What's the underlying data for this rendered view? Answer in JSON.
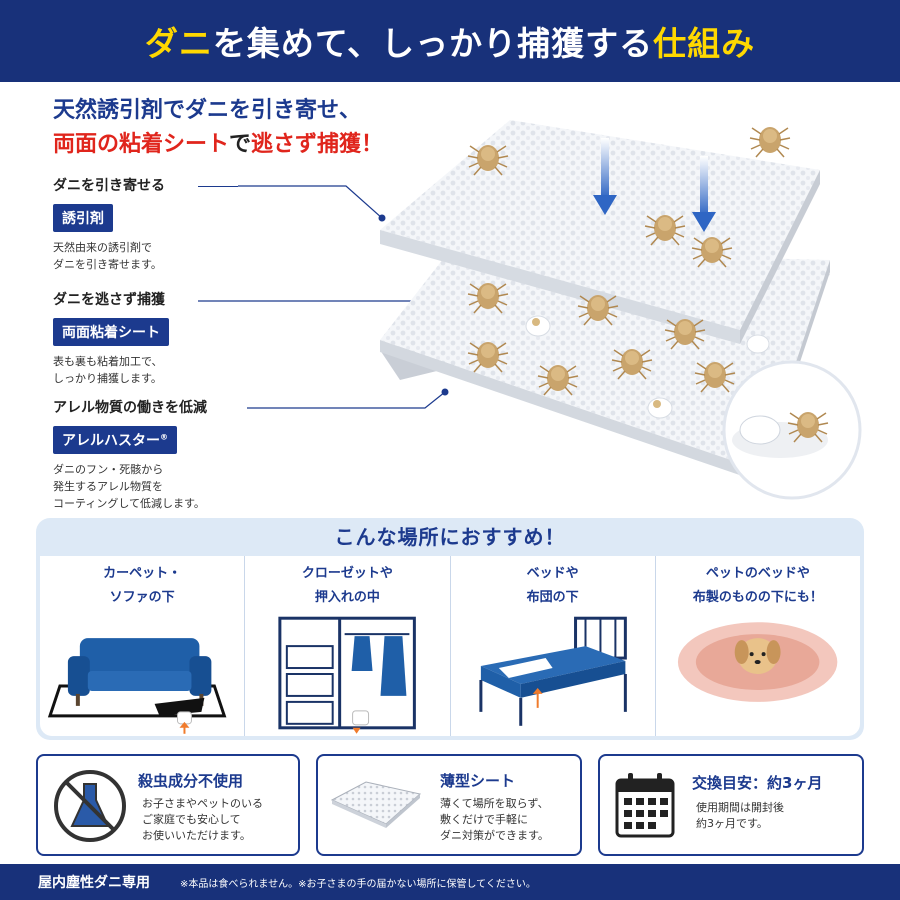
{
  "banner": {
    "title_hl1": "ダニ",
    "title_mid": "を集めて、しっかり捕獲する",
    "title_hl2": "仕組み"
  },
  "headline": {
    "line1": "天然誘引剤でダニを引き寄せ、",
    "line2_red1": "両面の粘着シート",
    "line2_mid": "で",
    "line2_red2": "逃さず捕獲！"
  },
  "features": [
    {
      "title": "ダニを引き寄せる",
      "tag": "誘引剤",
      "desc1": "天然由来の誘引剤で",
      "desc2": "ダニを引き寄せます。",
      "desc3": ""
    },
    {
      "title": "ダニを逃さず捕獲",
      "tag": "両面粘着シート",
      "desc1": "表も裏も粘着加工で、",
      "desc2": "しっかり捕獲します。",
      "desc3": ""
    },
    {
      "title": "アレル物質の働きを低減",
      "tag": "アレルハスター",
      "tag_mark": "®",
      "desc1": "ダニのフン・死骸から",
      "desc2": "発生するアレル物質を",
      "desc3": "コーティングして低減します。"
    }
  ],
  "recommend": {
    "title": "こんな場所におすすめ！",
    "places": [
      {
        "line1": "カーペット・",
        "line2": "ソファの下",
        "icon": "sofa-icon"
      },
      {
        "line1": "クローゼットや",
        "line2": "押入れの中",
        "icon": "closet-icon"
      },
      {
        "line1": "ベッドや",
        "line2": "布団の下",
        "icon": "bed-icon"
      },
      {
        "line1": "ペットのベッドや",
        "line2": "布製のものの下にも！",
        "icon": "pet-bed-icon"
      }
    ]
  },
  "boxes": [
    {
      "title": "殺虫成分不使用",
      "desc1": "お子さまやペットのいる",
      "desc2": "ご家庭でも安心して",
      "desc3": "お使いいただけます。",
      "icon": "no-insecticide-icon"
    },
    {
      "title": "薄型シート",
      "desc1": "薄くて場所を取らず、",
      "desc2": "敷くだけで手軽に",
      "desc3": "ダニ対策ができます。",
      "icon": "thin-sheet-icon"
    },
    {
      "title": "交換目安：約3ヶ月",
      "desc1": "使用期間は開封後",
      "desc2": "約3ヶ月です。",
      "desc3": "",
      "icon": "calendar-icon"
    }
  ],
  "footer": {
    "label": "屋内塵性ダニ専用",
    "note": "※本品は食べられません。※お子さまの手の届かない場所に保管してください。"
  },
  "colors": {
    "navy": "#18317a",
    "accent_blue": "#1c3a8e",
    "yellow": "#ffd800",
    "red": "#e0251c",
    "light_blue": "#dde9f6"
  }
}
